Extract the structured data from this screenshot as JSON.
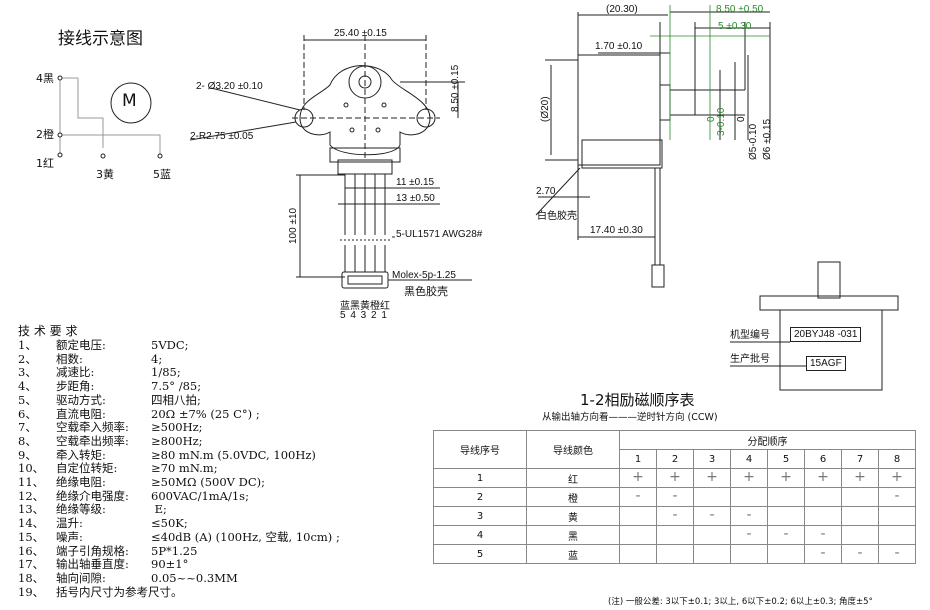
{
  "wiring": {
    "title": "接线示意图",
    "motor_label": "M",
    "left_pins": [
      "4黑",
      "2橙",
      "1红"
    ],
    "bottom_pins": [
      "3黄",
      "5蓝"
    ]
  },
  "front_view": {
    "dims": {
      "width": "25.40 ±0.15",
      "height_top": "8.50 ±0.15",
      "hole": "2- Ø3.20 ±0.10",
      "radius": "2-R2.75 ±0.05",
      "w11": "11 ±0.15",
      "w13": "13 ±0.50",
      "lead_len": "100 ±10",
      "cable": "5-UL1571  AWG28#",
      "connector": "Molex-5p-1.25",
      "housing": "黑色胶壳"
    },
    "wire_colors": "蓝黑黄橙红",
    "wire_numbers": "5 4 3 2 1"
  },
  "side_view": {
    "dims": {
      "total": "(20.30)",
      "shaft_len": "8.50 ±0.50",
      "shaft_step": "5 ±0.30",
      "flange": "1.70 ±0.10",
      "diameter": "(Ø20)",
      "shaft_tol_a": "0",
      "shaft_tol_b": "3-0.10",
      "d5_a": "0",
      "d5_b": "Ø5-0.10",
      "d6": "Ø6 ±0.15",
      "t270": "2.70",
      "white_housing": "白色胶壳",
      "d1740": "17.40 ±0.30"
    }
  },
  "label_view": {
    "model_label": "机型编号",
    "model_value": "20BYJ48 -031",
    "batch_label": "生产批号",
    "batch_value": "15AGF"
  },
  "specs": {
    "heading": "技 术 要 求",
    "items": [
      {
        "n": "1、",
        "k": "额定电压:",
        "v": "5VDC;"
      },
      {
        "n": "2、",
        "k": "相数:",
        "v": "4;"
      },
      {
        "n": "3、",
        "k": "减速比:",
        "v": "1/85;"
      },
      {
        "n": "4、",
        "k": "步距角:",
        "v": "7.5° /85;"
      },
      {
        "n": "5、",
        "k": "驱动方式:",
        "v": "四相八拍;"
      },
      {
        "n": "6、",
        "k": "直流电阻:",
        "v": "20Ω ±7% (25 C°) ;"
      },
      {
        "n": "7、",
        "k": "空载牵入频率:",
        "v": "≥500Hz;"
      },
      {
        "n": "8、",
        "k": "空载牵出频率:",
        "v": "≥800Hz;"
      },
      {
        "n": "9、",
        "k": "牵入转矩:",
        "v": "≥80 mN.m (5.0VDC, 100Hz)"
      },
      {
        "n": "10、",
        "k": "自定位转矩:",
        "v": "≥70 mN.m;"
      },
      {
        "n": "11、",
        "k": "绝缘电阻:",
        "v": "≥50MΩ (500V DC);"
      },
      {
        "n": "12、",
        "k": "绝缘介电强度:",
        "v": "600VAC/1mA/1s;"
      },
      {
        "n": "13、",
        "k": "绝缘等级:",
        "v": "  E;"
      },
      {
        "n": "14、",
        "k": "温升:",
        "v": "≤50K;"
      },
      {
        "n": "15、",
        "k": "噪声:",
        "v": "≤40dB (A) (100Hz, 空载, 10cm) ;"
      },
      {
        "n": "16、",
        "k": "端子引角规格:",
        "v": "5P*1.25"
      },
      {
        "n": "17、",
        "k": "输出轴垂直度:",
        "v": "90±1°"
      },
      {
        "n": "18、",
        "k": "轴向间隙:",
        "v": "0.05~~0.3MM"
      },
      {
        "n": "19、",
        "k": "括号内尺寸为参考尺寸。",
        "v": ""
      }
    ]
  },
  "sequence": {
    "title": "1-2相励磁顺序表",
    "subtitle": "从输出轴方向看———逆时针方向 (CCW)",
    "col_wire_no": "导线序号",
    "col_wire_color": "导线颜色",
    "col_order": "分配顺序",
    "steps": [
      "1",
      "2",
      "3",
      "4",
      "5",
      "6",
      "7",
      "8"
    ],
    "rows": [
      {
        "no": "1",
        "color": "红",
        "cells": [
          "+",
          "+",
          "+",
          "+",
          "+",
          "+",
          "+",
          "+"
        ]
      },
      {
        "no": "2",
        "color": "橙",
        "cells": [
          "-",
          "-",
          "",
          "",
          "",
          "",
          "",
          "-"
        ]
      },
      {
        "no": "3",
        "color": "黄",
        "cells": [
          "",
          "-",
          "-",
          "-",
          "",
          "",
          "",
          ""
        ]
      },
      {
        "no": "4",
        "color": "黑",
        "cells": [
          "",
          "",
          "",
          "-",
          "-",
          "-",
          "",
          ""
        ]
      },
      {
        "no": "5",
        "color": "蓝",
        "cells": [
          "",
          "",
          "",
          "",
          "",
          "-",
          "-",
          "-"
        ]
      }
    ],
    "note": "(注) 一般公差: 3以下±0.1; 3以上, 6以下±0.2; 6以上±0.3; 角度±5°"
  }
}
